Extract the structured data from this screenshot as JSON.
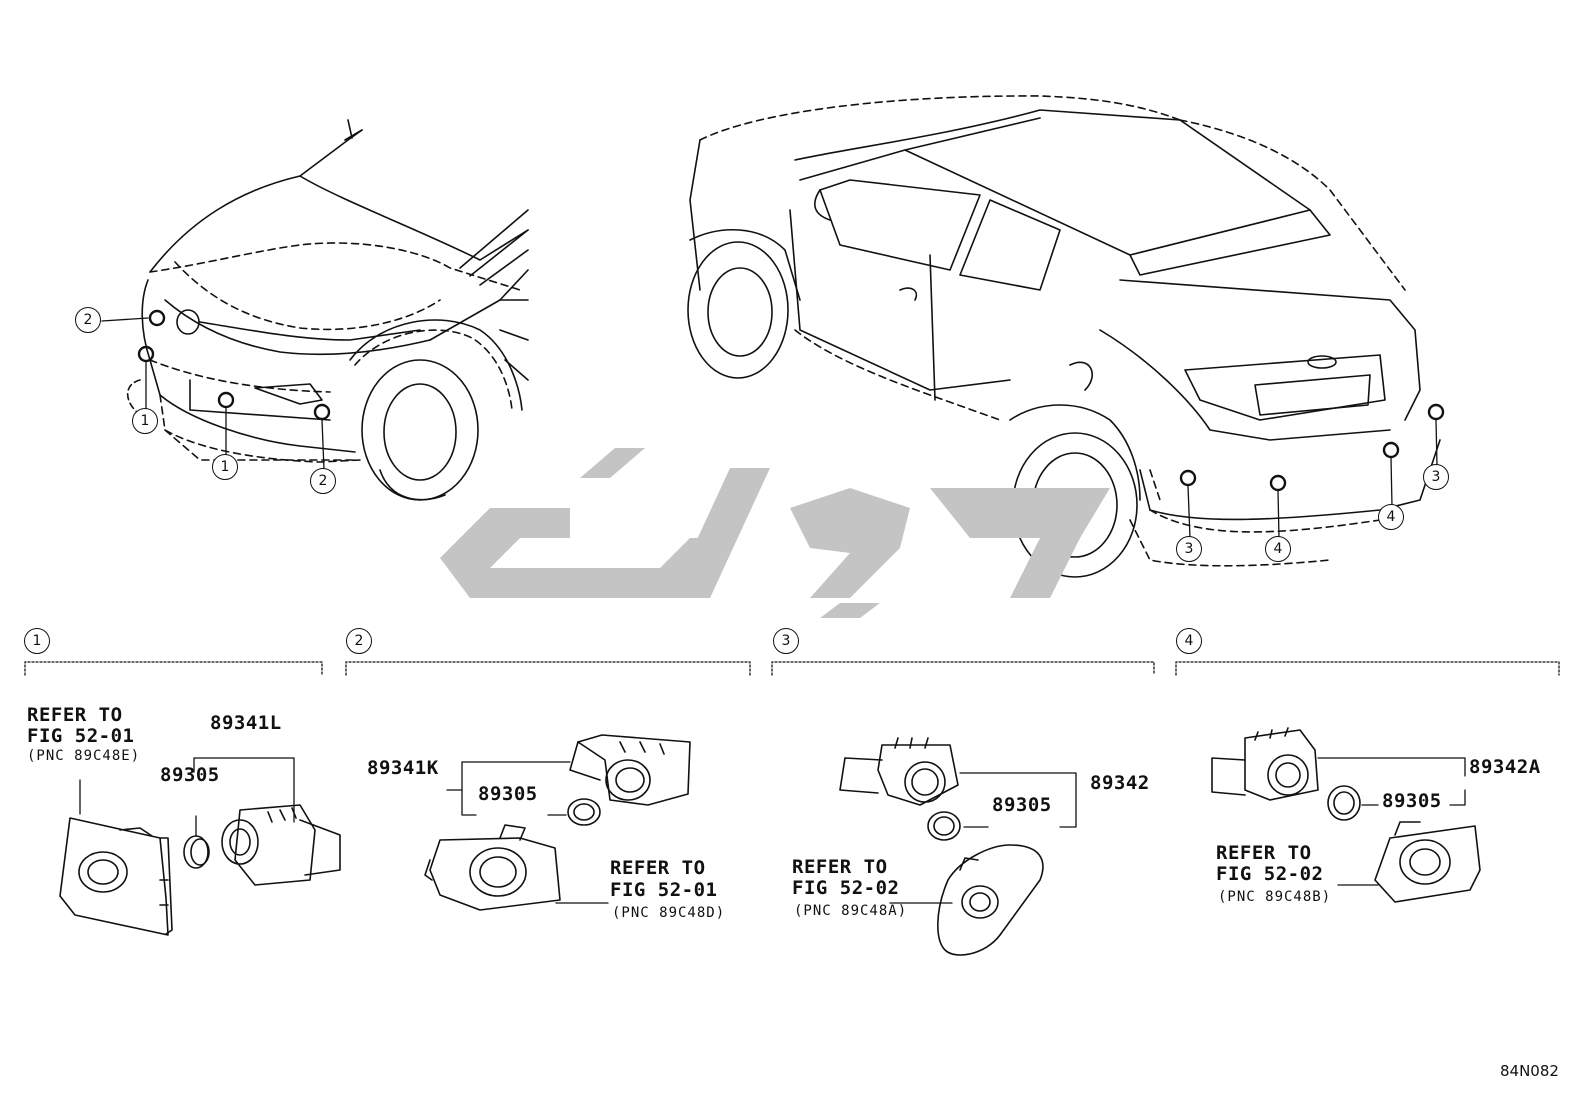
{
  "diagram_id": "84N082",
  "callouts": {
    "c1": "1",
    "c2": "2",
    "c3": "3",
    "c4": "4"
  },
  "section1": {
    "refer_line1": "REFER TO",
    "refer_line2": "FIG 52-01",
    "refer_pnc": "(PNC 89C48E)",
    "part_sensor": "89341L",
    "part_retainer": "89305"
  },
  "section2": {
    "part_sensor": "89341K",
    "part_retainer": "89305",
    "refer_line1": "REFER TO",
    "refer_line2": "FIG 52-01",
    "refer_pnc": "(PNC 89C48D)"
  },
  "section3": {
    "part_sensor": "89342",
    "part_retainer": "89305",
    "refer_line1": "REFER TO",
    "refer_line2": "FIG 52-02",
    "refer_pnc": "(PNC 89C48A)"
  },
  "section4": {
    "part_sensor": "89342A",
    "part_retainer": "89305",
    "refer_line1": "REFER TO",
    "refer_line2": "FIG 52-02",
    "refer_pnc": "(PNC 89C48B)"
  },
  "colors": {
    "line": "#111111",
    "watermark": "#c4c4c4"
  }
}
